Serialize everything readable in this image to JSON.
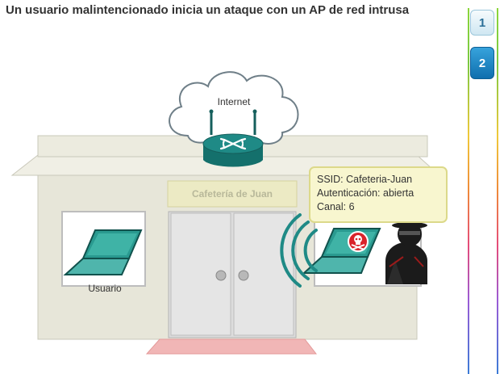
{
  "title": "Un usuario malintencionado inicia un ataque con un AP de red intrusa",
  "cloud": {
    "label": "Internet"
  },
  "shop": {
    "sign": "Cafetería de Juan"
  },
  "user": {
    "label": "Usuario"
  },
  "rogue_ap_info": {
    "ssid": "SSID: Cafeteria-Juan",
    "auth": "Autenticación: abierta",
    "channel": "Canal: 6"
  },
  "steps": [
    {
      "label": "1",
      "active": false
    },
    {
      "label": "2",
      "active": true
    }
  ],
  "colors": {
    "router": "#1f8a86",
    "laptop_screen": "#2a9a90",
    "building": "#e7e6d9",
    "door_mat": "#f1b6b6",
    "sign_bg": "#eceac4",
    "attacker": "#1b1b1b",
    "skull_badge": "#d9232a"
  },
  "icons": [
    "cloud-icon",
    "wireless-router-icon",
    "laptop-icon",
    "skull-icon",
    "hacker-icon",
    "wifi-signal-icon"
  ]
}
